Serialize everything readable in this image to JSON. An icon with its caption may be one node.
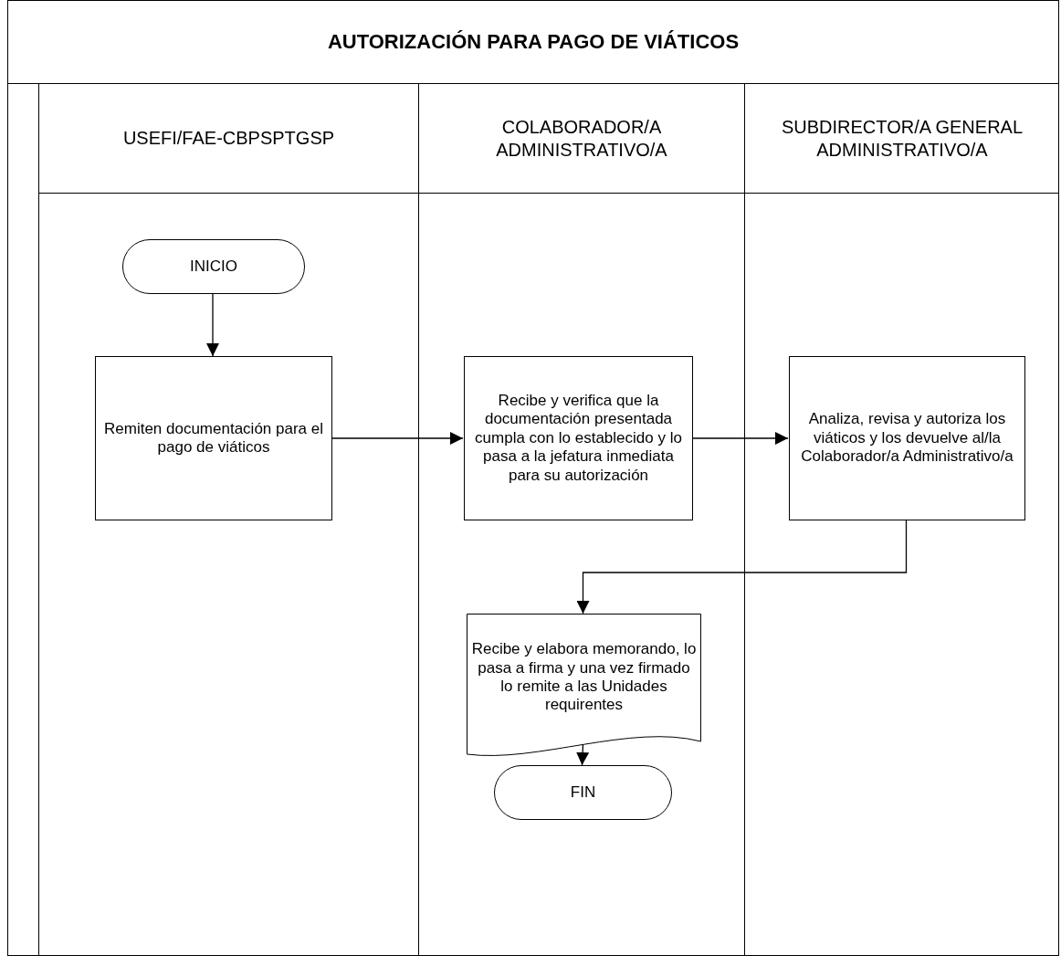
{
  "diagram": {
    "title": "AUTORIZACIÓN PARA PAGO DE VIÁTICOS",
    "nodes": [
      {
        "text": [
          "USEFI/FAE-CBPSPTGSP"
        ]
      },
      {
        "text": [
          "COLABORADOR/A ADMINISTRATIVO/A"
        ]
      },
      {
        "text": [
          "SUBDIRECTOR/A GENERAL ADMINISTRATIVO/A"
        ]
      },
      {
        "text": [
          "INICIO"
        ],
        "in": 0
      },
      {
        "text": [
          "Remiten documentación para el pago de viáticos"
        ],
        "in": 0
      },
      {
        "text": [
          "Recibe y verifica que la documentación presentada cumpla con lo establecido y lo pasa a la jefatura inmediata para su autorización"
        ],
        "in": 1
      },
      {
        "text": [
          "Analiza, revisa y autoriza los viáticos y los devuelve al/la Colaborador/a Administrativo/a"
        ],
        "in": 2
      },
      {
        "text": [
          "Recibe y elabora memorando, lo pasa a firma y una vez firmado lo remite a las Unidades requirentes"
        ],
        "in": 1
      },
      {
        "text": [
          "FIN"
        ],
        "in": 1
      }
    ],
    "edges": [
      {
        "from": 3,
        "to": 4,
        "arrow": "to"
      },
      {
        "from": 4,
        "to": 5,
        "arrow": "to"
      },
      {
        "from": 5,
        "to": 6,
        "arrow": "to"
      },
      {
        "from": 6,
        "to": 7,
        "arrow": "to"
      },
      {
        "from": 7,
        "to": 8,
        "arrow": "to"
      }
    ]
  }
}
